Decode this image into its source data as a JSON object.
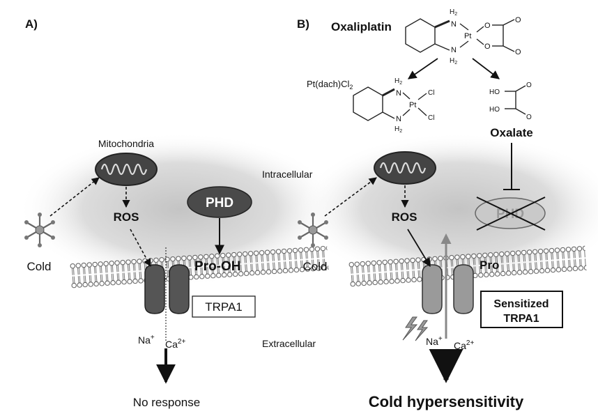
{
  "panels": {
    "a": {
      "label": "A)",
      "mitochondria": "Mitochondria",
      "ros": "ROS",
      "cold": "Cold",
      "phd": "PHD",
      "pro_oh": "Pro-OH",
      "channel": "TRPA1",
      "na": "Na",
      "na_sup": "+",
      "ca": "Ca",
      "ca_sup": "2+",
      "outcome": "No response"
    },
    "b": {
      "label": "B)",
      "drug": "Oxaliplatin",
      "metabolite": "Pt(dach)Cl",
      "metabolite_sub": "2",
      "oxalate": "Oxalate",
      "ros": "ROS",
      "cold": "Cold",
      "phd": "PHD",
      "pro": "Pro",
      "channel_line1": "Sensitized",
      "channel_line2": "TRPA1",
      "na": "Na",
      "na_sup": "+",
      "ca": "Ca",
      "ca_sup": "2+",
      "outcome": "Cold hypersensitivity"
    }
  },
  "compartments": {
    "intracellular": "Intracellular",
    "extracellular": "Extracellular"
  },
  "chem": {
    "h2": "H",
    "h2_sub": "2",
    "n": "N",
    "pt": "Pt",
    "o": "O",
    "cl": "Cl",
    "ho": "HO"
  }
}
